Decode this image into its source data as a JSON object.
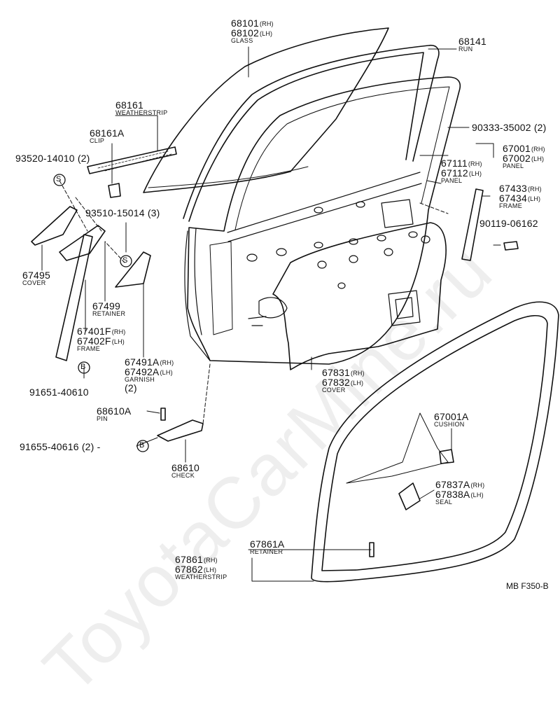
{
  "watermark": "ToyotaCarMine.ru",
  "figure_code": "MB F350-B",
  "rh": "(RH)",
  "lh": "(LH)",
  "labels": {
    "glass": {
      "pn1": "68101",
      "pn2": "68102",
      "name": "GLASS"
    },
    "run": {
      "pn": "68141",
      "name": "RUN"
    },
    "weatherstrip_upper": {
      "pn": "68161",
      "name": "WEATHERSTRIP"
    },
    "clip": {
      "pn": "68161A",
      "name": "CLIP"
    },
    "screw_93520": "93520-14010 (2)",
    "screw_93510": "93510-15014 (3)",
    "plug_90333": "90333-35002 (2)",
    "panel_outer": {
      "pn1": "67001",
      "pn2": "67002",
      "name": "PANEL"
    },
    "panel_inner": {
      "pn1": "67111",
      "pn2": "67112",
      "name": "PANEL"
    },
    "frame_rear": {
      "pn1": "67433",
      "pn2": "67434",
      "name": "FRAME"
    },
    "bolt_90119": "90119-06162",
    "cover_67495": {
      "pn": "67495",
      "name": "COVER"
    },
    "retainer_67499": {
      "pn": "67499",
      "name": "RETAINER"
    },
    "frame_front": {
      "pn1": "67401F",
      "pn2": "67402F",
      "name": "FRAME"
    },
    "garnish": {
      "pn1": "67491A",
      "pn2": "67492A",
      "name": "GARNISH",
      "qty": "(2)"
    },
    "bolt_91651": "91651-40610",
    "pin": {
      "pn": "68610A",
      "name": "PIN"
    },
    "bolt_91655": "91655-40616 (2) -",
    "check": {
      "pn": "68610",
      "name": "CHECK"
    },
    "cover_inner": {
      "pn1": "67831",
      "pn2": "67832",
      "name": "COVER"
    },
    "cushion": {
      "pn": "67001A",
      "name": "CUSHION"
    },
    "seal": {
      "pn1": "67837A",
      "pn2": "67838A",
      "name": "SEAL"
    },
    "retainer_67861": {
      "pn": "67861A",
      "name": "RETAINER"
    },
    "weatherstrip_door": {
      "pn1": "67861",
      "pn2": "67862",
      "name": "WEATHERSTRIP"
    }
  },
  "markers": {
    "s": "S",
    "b": "B"
  }
}
